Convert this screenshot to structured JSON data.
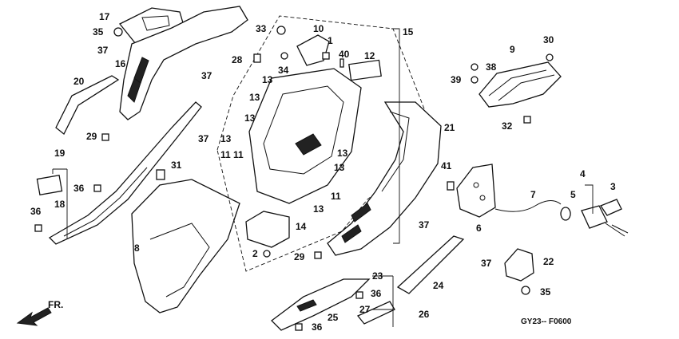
{
  "diagram": {
    "part_numbers": [
      "1",
      "2",
      "3",
      "4",
      "5",
      "6",
      "7",
      "8",
      "9",
      "10",
      "11",
      "12",
      "13",
      "14",
      "15",
      "16",
      "17",
      "18",
      "19",
      "20",
      "21",
      "22",
      "23",
      "24",
      "25",
      "26",
      "27",
      "28",
      "29",
      "30",
      "31",
      "32",
      "33",
      "34",
      "35",
      "36",
      "37",
      "38",
      "39",
      "40",
      "41"
    ],
    "direction_marker": "FR.",
    "figure_code": "GY23-- F0600"
  }
}
